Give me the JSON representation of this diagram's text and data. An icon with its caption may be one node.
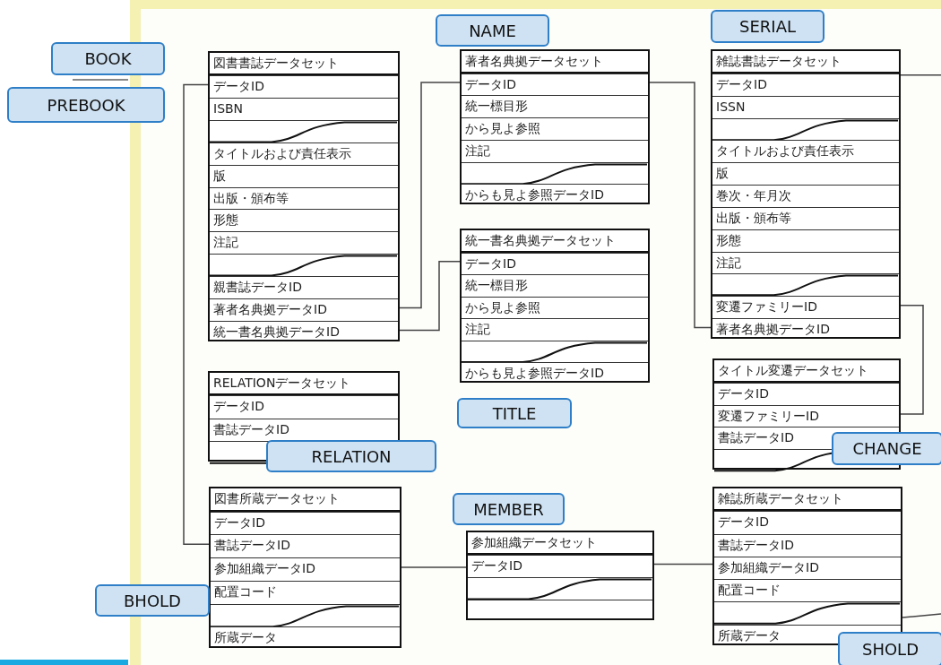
{
  "diagram": {
    "nodes": [
      {
        "text": [
          "図書書誌データセット"
        ]
      },
      {
        "text": [
          "データID"
        ],
        "in": 0
      },
      {
        "text": [
          "ISBN"
        ],
        "in": 0
      },
      {
        "text": [
          "タイトルおよび責任表示"
        ],
        "in": 0
      },
      {
        "text": [
          "版"
        ],
        "in": 0
      },
      {
        "text": [
          "出版・頒布等"
        ],
        "in": 0
      },
      {
        "text": [
          "形態"
        ],
        "in": 0
      },
      {
        "text": [
          "注記"
        ],
        "in": 0
      },
      {
        "text": [
          "親書誌データID"
        ],
        "in": 0
      },
      {
        "text": [
          "著者名典拠データID"
        ],
        "in": 0
      },
      {
        "text": [
          "統一書名典拠データID"
        ],
        "in": 0
      },
      {
        "text": [
          "著者名典拠データセット"
        ]
      },
      {
        "text": [
          "データID"
        ],
        "in": 11
      },
      {
        "text": [
          "統一標目形"
        ],
        "in": 11
      },
      {
        "text": [
          "から見よ参照"
        ],
        "in": 11
      },
      {
        "text": [
          "注記"
        ],
        "in": 11
      },
      {
        "text": [
          "からも見よ参照データID"
        ],
        "in": 11
      },
      {
        "text": [
          "統一書名典拠データセット"
        ]
      },
      {
        "text": [
          "データID"
        ],
        "in": 17
      },
      {
        "text": [
          "統一標目形"
        ],
        "in": 17
      },
      {
        "text": [
          "から見よ参照"
        ],
        "in": 17
      },
      {
        "text": [
          "注記"
        ],
        "in": 17
      },
      {
        "text": [
          "からも見よ参照データID"
        ],
        "in": 17
      },
      {
        "text": [
          "雑誌書誌データセット"
        ]
      },
      {
        "text": [
          "データID"
        ],
        "in": 23
      },
      {
        "text": [
          "ISSN"
        ],
        "in": 23
      },
      {
        "text": [
          "タイトルおよび責任表示"
        ],
        "in": 23
      },
      {
        "text": [
          "版"
        ],
        "in": 23
      },
      {
        "text": [
          "巻次・年月次"
        ],
        "in": 23
      },
      {
        "text": [
          "出版・頒布等"
        ],
        "in": 23
      },
      {
        "text": [
          "形態"
        ],
        "in": 23
      },
      {
        "text": [
          "注記"
        ],
        "in": 23
      },
      {
        "text": [
          "変遷ファミリーID"
        ],
        "in": 23
      },
      {
        "text": [
          "著者名典拠データID"
        ],
        "in": 23
      },
      {
        "text": [
          "RELATIONデータセット"
        ]
      },
      {
        "text": [
          "データID"
        ],
        "in": 34
      },
      {
        "text": [
          "書誌データID"
        ],
        "in": 34
      },
      {
        "text": [
          "タイトル変遷データセット"
        ]
      },
      {
        "text": [
          "データID"
        ],
        "in": 37
      },
      {
        "text": [
          "変遷ファミリーID"
        ],
        "in": 37
      },
      {
        "text": [
          "書誌データID"
        ],
        "in": 37
      },
      {
        "text": [
          "図書所蔵データセット"
        ]
      },
      {
        "text": [
          "データID"
        ],
        "in": 41
      },
      {
        "text": [
          "書誌データID"
        ],
        "in": 41
      },
      {
        "text": [
          "参加組織データID"
        ],
        "in": 41
      },
      {
        "text": [
          "配置コード"
        ],
        "in": 41
      },
      {
        "text": [
          "所蔵データ"
        ],
        "in": 41
      },
      {
        "text": [
          "参加組織データセット"
        ]
      },
      {
        "text": [
          "データID"
        ],
        "in": 47
      },
      {
        "text": [
          "雑誌所蔵データセット"
        ]
      },
      {
        "text": [
          "データID"
        ],
        "in": 49
      },
      {
        "text": [
          "書誌データID"
        ],
        "in": 49
      },
      {
        "text": [
          "参加組織データID"
        ],
        "in": 49
      },
      {
        "text": [
          "配置コード"
        ],
        "in": 49
      },
      {
        "text": [
          "所蔵データ"
        ],
        "in": 49
      },
      {
        "text": [
          "SERIAL"
        ]
      },
      {
        "text": [
          "NAME"
        ]
      },
      {
        "text": [
          "BOOK"
        ]
      },
      {
        "text": [
          "PREBOOK"
        ]
      },
      {
        "text": [
          "TITLE"
        ]
      },
      {
        "text": [
          "RELATION"
        ]
      },
      {
        "text": [
          "CHANGE"
        ]
      },
      {
        "text": [
          "MEMBER"
        ]
      },
      {
        "text": [
          "BHOLD"
        ]
      },
      {
        "text": [
          "SHOLD"
        ]
      }
    ],
    "edges": [
      {
        "from": 1,
        "to": 43,
        "arrow": "none"
      },
      {
        "from": 9,
        "to": 12,
        "arrow": "none"
      },
      {
        "from": 10,
        "to": 18,
        "arrow": "none"
      },
      {
        "from": 12,
        "to": 33,
        "arrow": "none"
      },
      {
        "from": 32,
        "to": 39,
        "arrow": "none"
      },
      {
        "from": 24,
        "to": null,
        "arrow": "none"
      },
      {
        "from": 44,
        "to": 48,
        "arrow": "none"
      },
      {
        "from": 48,
        "to": 52,
        "arrow": "none"
      },
      {
        "from": 49,
        "to": null,
        "arrow": "none"
      }
    ]
  }
}
